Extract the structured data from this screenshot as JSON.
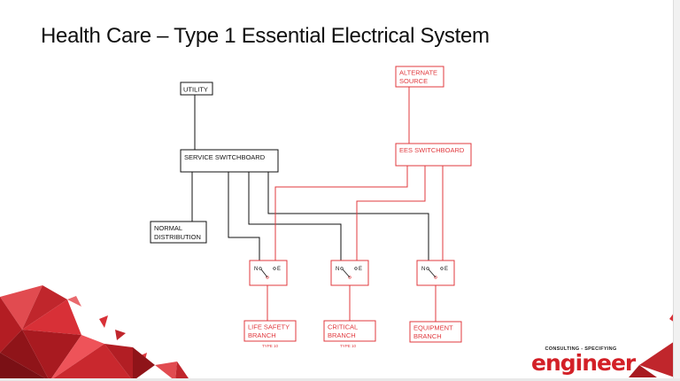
{
  "slide": {
    "title": "Health Care – Type 1 Essential Electrical System"
  },
  "diagram": {
    "normal": {
      "utility": "UTILITY",
      "service_switchboard": "SERVICE SWITCHBOARD",
      "normal_distribution": [
        "NORMAL",
        "DISTRIBUTION"
      ]
    },
    "emergency": {
      "alternate_source": [
        "ALTERNATE",
        "SOURCE"
      ],
      "ees_switchboard": "EES SWITCHBOARD"
    },
    "transfer_switch": {
      "normal_label": "N",
      "emergency_label": "E"
    },
    "branches": {
      "life_safety": {
        "label": [
          "LIFE SAFETY",
          "BRANCH"
        ],
        "note": "TYPE 10"
      },
      "critical": {
        "label": [
          "CRITICAL",
          "BRANCH"
        ],
        "note": "TYPE 10"
      },
      "equipment": {
        "label": [
          "EQUIPMENT",
          "BRANCH"
        ]
      }
    }
  },
  "logo": {
    "tagline": "CONSULTING - SPECIFYING",
    "name": "engineer"
  },
  "colors": {
    "normal_line": "#111111",
    "emergency_line": "#e0393e",
    "brand_red": "#d32027",
    "dark_red": "#9e141a"
  }
}
